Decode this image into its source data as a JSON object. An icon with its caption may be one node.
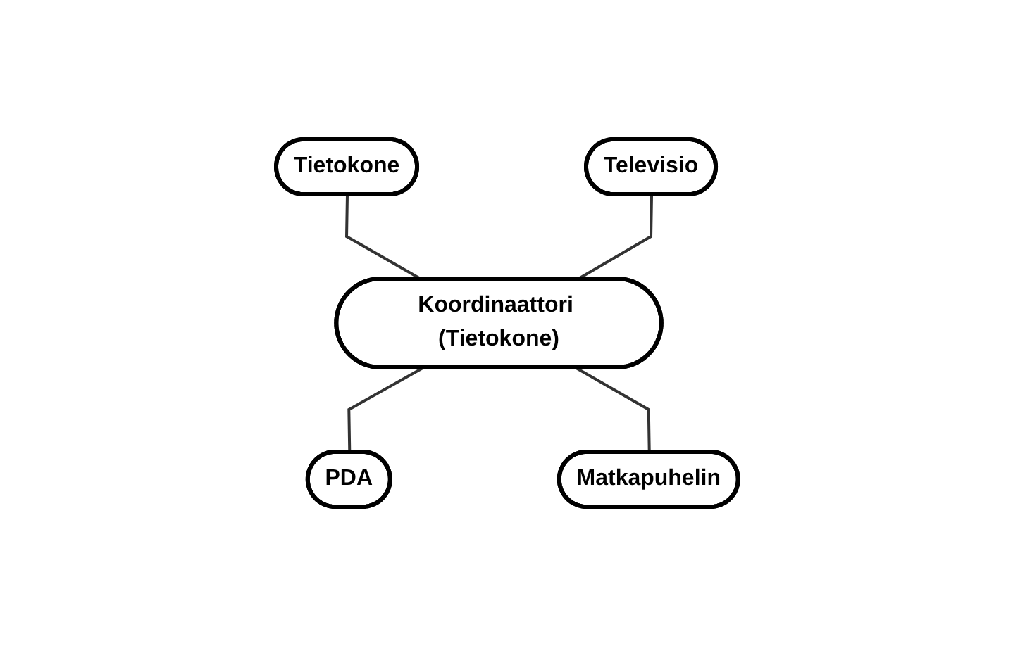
{
  "diagram": {
    "nodes": [
      {
        "text": [
          "Tietokone"
        ]
      },
      {
        "text": [
          "Televisio"
        ]
      },
      {
        "text": [
          "Koordinaattori (Tietokone)"
        ]
      },
      {
        "text": [
          "PDA"
        ]
      },
      {
        "text": [
          "Matkapuhelin"
        ]
      }
    ],
    "edges": [
      {
        "from": 0,
        "to": 2,
        "arrow": "none"
      },
      {
        "from": 1,
        "to": 2,
        "arrow": "none"
      },
      {
        "from": 2,
        "to": 3,
        "arrow": "none"
      },
      {
        "from": 2,
        "to": 4,
        "arrow": "none"
      }
    ]
  }
}
